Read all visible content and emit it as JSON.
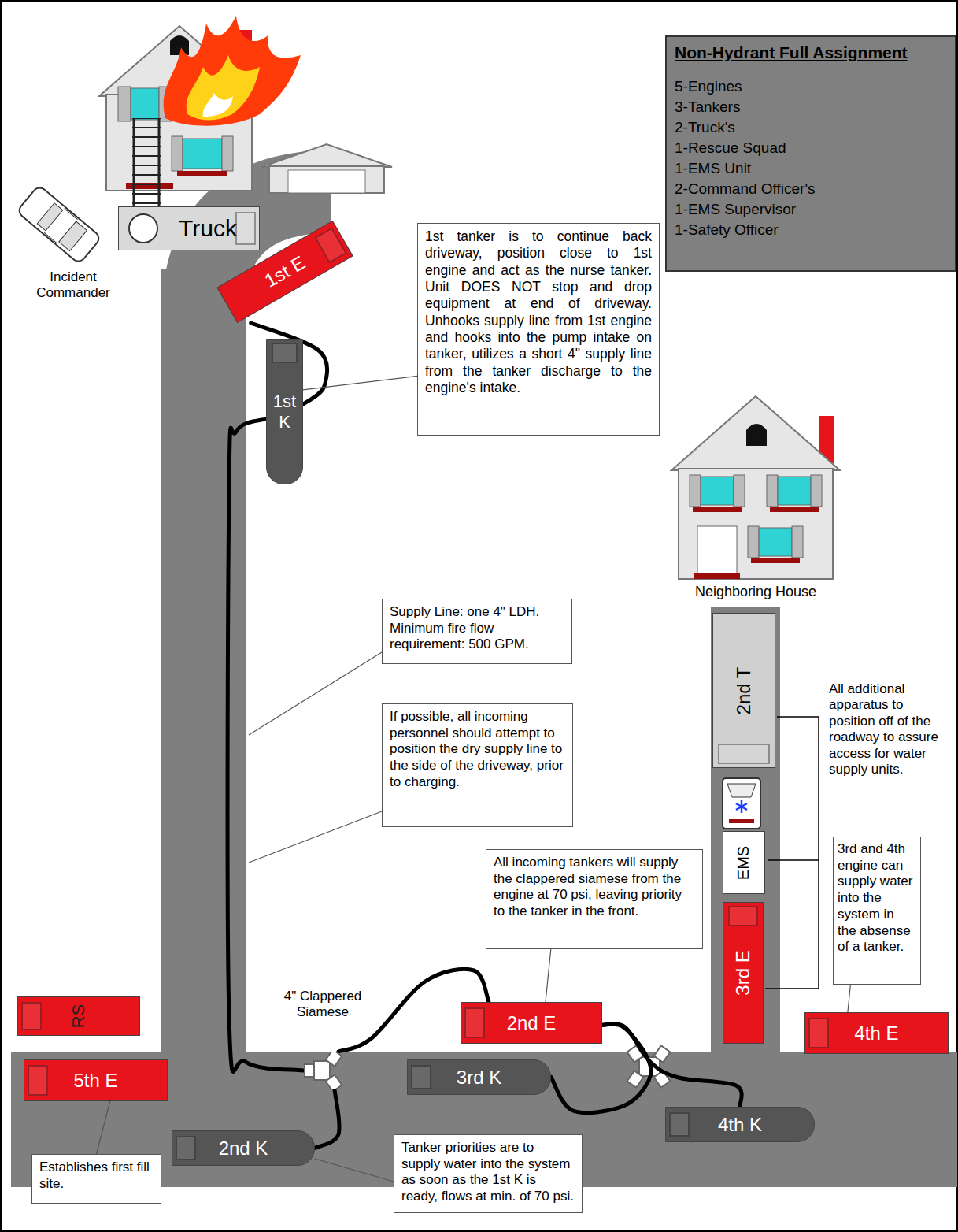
{
  "diagram": {
    "nodes": [
      {
        "text": [
          "Non-Hydrant Full Assignment",
          "5-Engines",
          "3-Tankers",
          "2-Truck's",
          "1-Rescue Squad",
          "1-EMS Unit",
          "2-Command Officer's",
          "1-EMS Supervisor",
          "1-Safety Officer"
        ]
      },
      {
        "text": [
          "Truck"
        ]
      },
      {
        "text": [
          "1st E"
        ]
      },
      {
        "text": [
          "1st tanker is to continue back driveway, position close to 1st engine and act as the nurse tanker. Unit DOES NOT stop and drop equipment at end of driveway. Unhooks supply line from 1st engine and hooks into the pump intake on tanker, utilizes a short 4\" supply line from the tanker discharge to the engine's intake."
        ]
      },
      {
        "text": [
          "1st K"
        ]
      },
      {
        "text": [
          "Supply Line: one 4\" LDH. Minimum fire flow requirement: 500 GPM."
        ]
      },
      {
        "text": [
          "If possible, all incoming personnel should attempt to position the dry supply line to the side of the driveway, prior to charging."
        ]
      },
      {
        "text": [
          "2nd T"
        ]
      },
      {
        "text": [
          "EMS"
        ]
      },
      {
        "text": [
          "All incoming tankers will supply the clappered siamese from the engine at 70 psi, leaving priority to the tanker in the front."
        ]
      },
      {
        "text": [
          "3rd and 4th engine can supply water into the system in the absense of a tanker."
        ]
      },
      {
        "text": [
          "3rd E"
        ]
      },
      {
        "text": [
          "RS"
        ]
      },
      {
        "text": [
          "4\" Clappered Siamese"
        ]
      },
      {
        "text": [
          "2nd E"
        ]
      },
      {
        "text": [
          "4th E"
        ]
      },
      {
        "text": [
          "5th E"
        ]
      },
      {
        "text": [
          "3rd K"
        ]
      },
      {
        "text": [
          "4th K"
        ]
      },
      {
        "text": [
          "2nd K"
        ]
      },
      {
        "text": [
          "Establishes first fill site."
        ]
      },
      {
        "text": [
          "Tanker priorities are to supply water into the system as soon as the 1st K is ready, flows at min. of 70 psi."
        ]
      }
    ],
    "edges": [
      {
        "from": 2,
        "to": 4,
        "arrow": "none"
      },
      {
        "from": 4,
        "to": 13,
        "arrow": "none"
      },
      {
        "from": 14,
        "to": 13,
        "arrow": "none"
      },
      {
        "from": 19,
        "to": 13,
        "arrow": "none"
      },
      {
        "from": 17,
        "to": 14,
        "arrow": "none"
      },
      {
        "from": 18,
        "to": 14,
        "arrow": "none"
      },
      {
        "from": 3,
        "to": 4,
        "arrow": "none"
      },
      {
        "from": 9,
        "to": 14,
        "arrow": "none"
      },
      {
        "from": 10,
        "to": 15,
        "arrow": "none"
      },
      {
        "from": 21,
        "to": 19,
        "arrow": "none"
      },
      {
        "from": 20,
        "to": 16,
        "arrow": "none"
      }
    ],
    "labels": [
      "Incident Commander",
      "Neighboring House",
      "All additional apparatus to position off of the roadway to assure access for water supply units."
    ]
  }
}
